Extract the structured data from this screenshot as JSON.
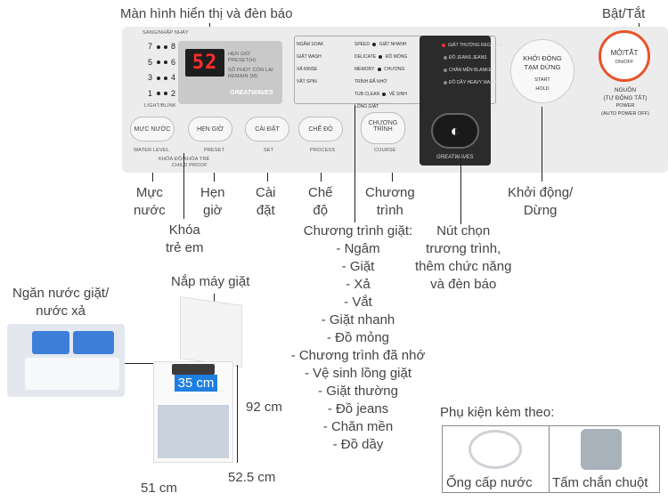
{
  "callouts": {
    "display": "Màn hình hiển thị và đèn báo",
    "power": "Bật/Tắt",
    "water_level": [
      "Mực",
      "nước"
    ],
    "timer": [
      "Hẹn",
      "giờ"
    ],
    "setup": [
      "Cài",
      "đặt"
    ],
    "process": [
      "Chế",
      "độ"
    ],
    "course": [
      "Chương",
      "trình"
    ],
    "start": [
      "Khởi động/",
      "Dừng"
    ],
    "child_lock": [
      "Khóa",
      "trẻ em"
    ],
    "selector": [
      "Nút chọn",
      "trương trình,",
      "thêm chức năng",
      "và đèn báo"
    ],
    "programs_title": "Chương trình giặt:",
    "programs": [
      "- Ngâm",
      "- Giặt",
      "- Xả",
      "- Vắt",
      "- Giặt nhanh",
      "- Đồ mỏng",
      "- Chương trình đã nhớ",
      "- Vệ sinh lồng giặt",
      "- Giặt thường",
      "- Đồ jeans",
      "- Chăn mền",
      "- Đồ dầy"
    ],
    "drawer": [
      "Ngăn nước giặt/",
      "nước xả"
    ],
    "lid": "Nắp máy giặt"
  },
  "panel": {
    "brightness_label": "SÁNG/NHẤP NHÁY",
    "light_blink": "LIGHT/BLINK",
    "level_numbers": [
      "7",
      "8",
      "5",
      "6",
      "3",
      "4",
      "1",
      "2"
    ],
    "display_value": "52",
    "timer_ind": [
      "HẸN GIỜ",
      "PRESET(H)"
    ],
    "remain_ind": [
      "SỐ PHÚT CÒN LẠI",
      "REMAIN (M)"
    ],
    "brand": "GREATWAVES",
    "process_lights": [
      {
        "vi": "NGÂM",
        "en": "SOAK"
      },
      {
        "vi": "GIẶT",
        "en": "WASH"
      },
      {
        "vi": "XẢ",
        "en": "RINSE"
      },
      {
        "vi": "VẮT",
        "en": "SPIN"
      }
    ],
    "course_lights_left": [
      {
        "en": "SPEED",
        "vi": "GIẶT NHANH"
      },
      {
        "en": "DELICATE",
        "vi": "ĐỒ MỎNG"
      },
      {
        "en": "MEMORY",
        "vi": "CHƯƠNG TRÌNH ĐÃ NHỚ"
      },
      {
        "en": "TUB CLEAN",
        "vi": "VỆ SINH LỒNG GIẶT"
      }
    ],
    "course_lights_right": [
      {
        "vi": "GIẶT THƯỜNG",
        "en": "REGULAR"
      },
      {
        "vi": "ĐỒ JEANS",
        "en": "JEANS"
      },
      {
        "vi": "CHĂN MỀN",
        "en": "BLANKET"
      },
      {
        "vi": "ĐỒ DẦY",
        "en": "HEAVY WASH"
      }
    ],
    "buttons": {
      "water_level": {
        "label": "MỰC NƯỚC",
        "sub": "WATER LEVEL"
      },
      "timer": {
        "label": "HẸN GIỜ",
        "sub": "PRESET"
      },
      "setup": {
        "label": "CÀI ĐẶT",
        "sub": "SET"
      },
      "process": {
        "label": "CHẾ ĐỘ",
        "sub": "PROCESS"
      },
      "course": {
        "label": "CHƯƠNG TRÌNH",
        "sub": "COURSE"
      },
      "child_lock": {
        "label": "KHÓA ĐỘ/KHÓA TRẺ",
        "sub": "CHILD PROOF"
      },
      "start": {
        "label1": "KHỞI ĐỘNG",
        "label2": "TẠM DỪNG",
        "sub1": "START",
        "sub2": "HOLD"
      },
      "power": {
        "label": "MỞ/TẮT",
        "sub": "ON/OFF"
      }
    },
    "power_caption": [
      "NGUỒN",
      "(TỰ ĐỘNG TẮT)",
      "POWER",
      "(AUTO POWER OFF)"
    ]
  },
  "dimensions": {
    "depth": "35 cm",
    "height": "92 cm",
    "side": "52.5 cm",
    "width": "51 cm"
  },
  "accessories": {
    "title": "Phụ kiện kèm theo:",
    "items": [
      "Ống cấp nước",
      "Tấm chắn chuột"
    ]
  },
  "colors": {
    "panel": "#ececec",
    "power_ring": "#e8542a",
    "dimension_box": "#1f7fe0",
    "lcd_digit": "#ff2d2d"
  }
}
